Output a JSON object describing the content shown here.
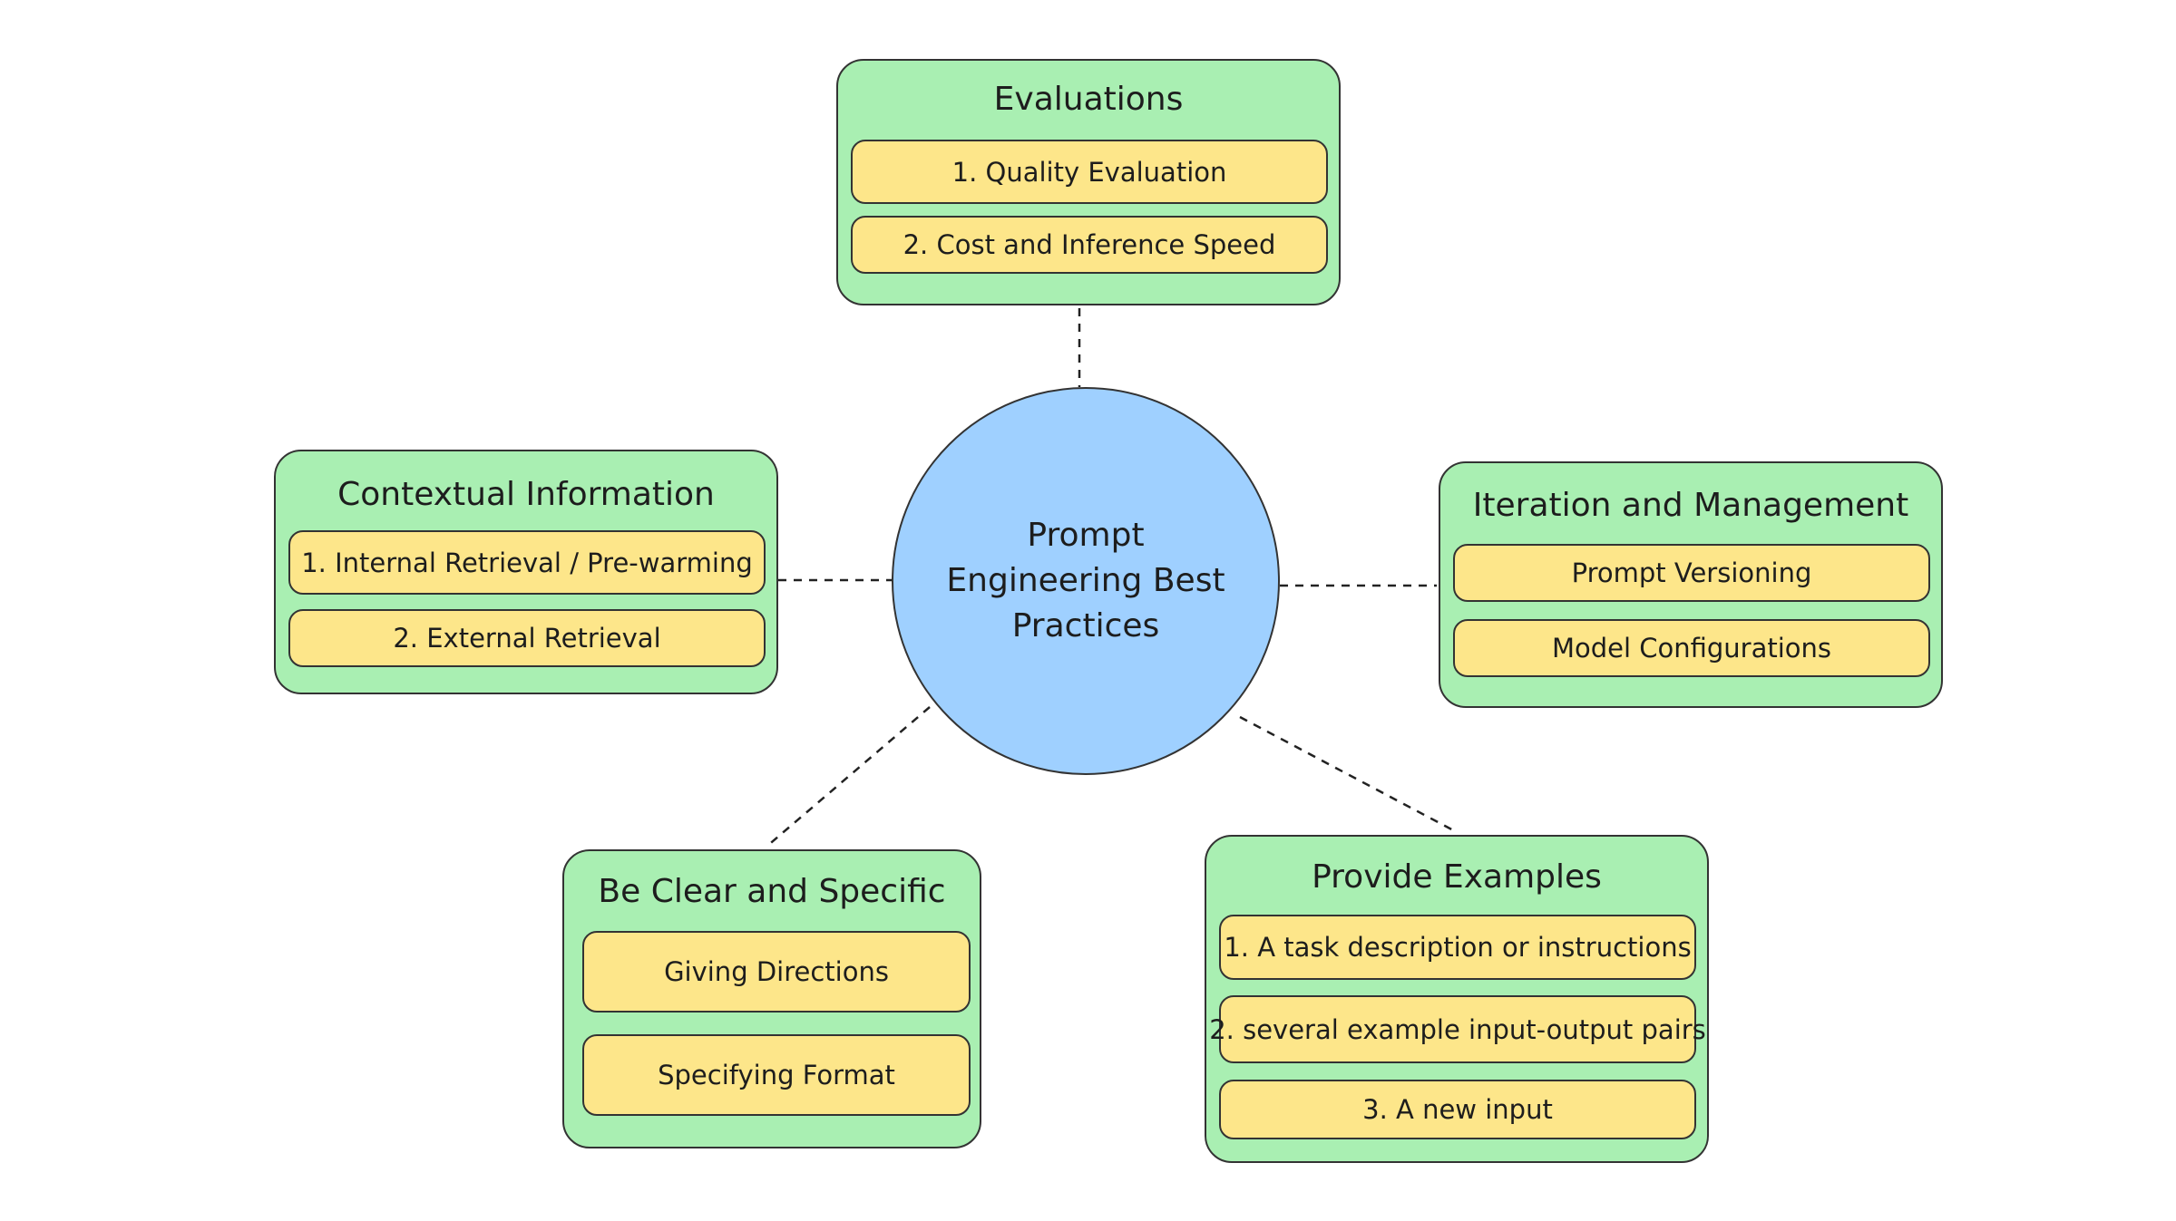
{
  "center": {
    "label": "Prompt Engineering Best Practices"
  },
  "colors": {
    "center_fill": "#9fd0ff",
    "group_fill": "#a9efb2",
    "item_fill": "#fde68a",
    "outline": "#333333"
  },
  "groups": {
    "evaluations": {
      "title": "Evaluations",
      "items": [
        "1. Quality Evaluation",
        "2. Cost and Inference Speed"
      ]
    },
    "contextual": {
      "title": "Contextual Information",
      "items": [
        "1. Internal Retrieval / Pre-warming",
        "2. External Retrieval"
      ]
    },
    "iteration": {
      "title": "Iteration and Management",
      "items": [
        "Prompt Versioning",
        "Model Configurations"
      ]
    },
    "clear": {
      "title": "Be Clear and Specific",
      "items": [
        "Giving Directions",
        "Specifying Format"
      ]
    },
    "examples": {
      "title": "Provide Examples",
      "items": [
        "1. A task description or instructions",
        "2. several example input-output pairs",
        "3. A new input"
      ]
    }
  }
}
